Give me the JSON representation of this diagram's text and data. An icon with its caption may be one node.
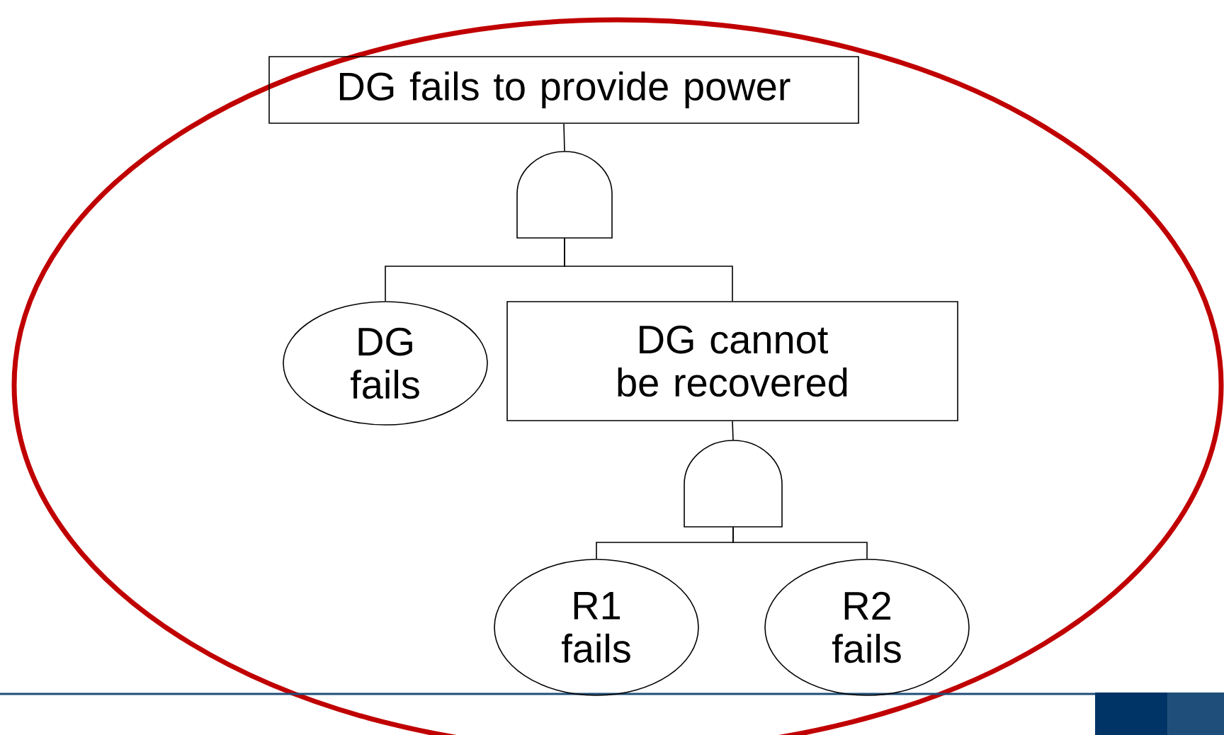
{
  "diagram": {
    "nodes": [
      {
        "text": [
          "DG fails to provide power"
        ]
      },
      {
        "text": [],
        "shape": "gate"
      },
      {
        "text": [
          "DG fails"
        ]
      },
      {
        "text": [
          "DG cannot be recovered"
        ]
      },
      {
        "text": [],
        "shape": "gate"
      },
      {
        "text": [
          "R1 fails"
        ]
      },
      {
        "text": [
          "R2 fails"
        ]
      }
    ],
    "edges": [
      {
        "from": 0,
        "to": 1,
        "arrow": "none"
      },
      {
        "from": 1,
        "to": 2,
        "arrow": "none"
      },
      {
        "from": 1,
        "to": 3,
        "arrow": "none"
      },
      {
        "from": 3,
        "to": 4,
        "arrow": "none"
      },
      {
        "from": 4,
        "to": 5,
        "arrow": "none"
      },
      {
        "from": 4,
        "to": 6,
        "arrow": "none"
      }
    ]
  }
}
